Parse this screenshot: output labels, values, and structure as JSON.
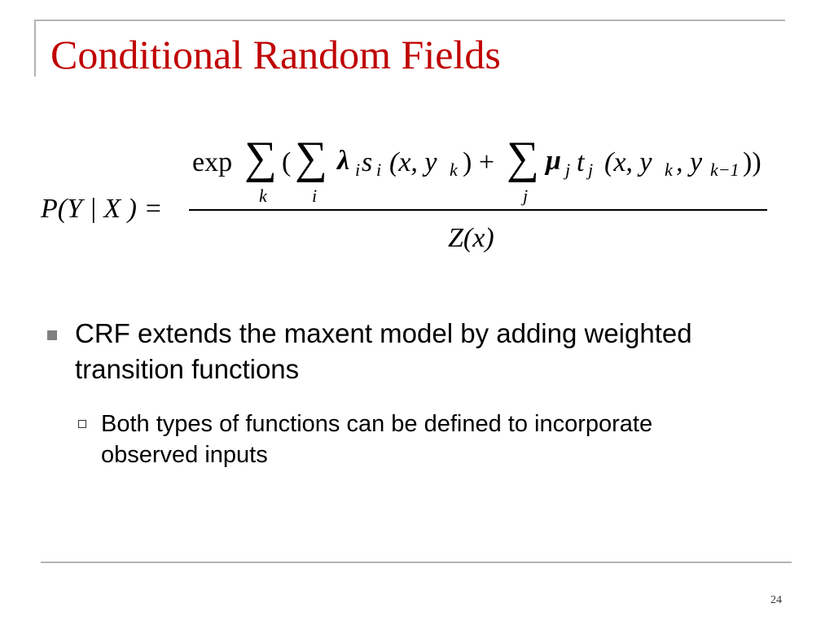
{
  "slide": {
    "title": "Conditional Random Fields",
    "page_number": "24"
  },
  "formula": {
    "lhs": "P(Y | X ) =",
    "exp": "exp",
    "sum_symbol": "∑",
    "open_paren": "(",
    "lambda_term": "λ",
    "lambda_sub": "i",
    "s_term": "s",
    "s_sub": "i",
    "args_1": "(x, y",
    "args_1_sub": "k",
    "args_1_close": ") +",
    "mu_term": "μ",
    "mu_sub": "j",
    "t_term": "t",
    "t_sub": "j",
    "args_2": "(x, y",
    "args_2_sub_k": "k",
    "args_2_mid": ", y",
    "args_2_sub_k1": "k−1",
    "args_2_close": "))",
    "sum_index_k": "k",
    "sum_index_i": "i",
    "sum_index_j": "j",
    "denominator": "Z(x)"
  },
  "bullets": [
    {
      "level": 1,
      "text": "CRF extends the maxent model by adding weighted transition functions"
    },
    {
      "level": 2,
      "text": "Both types of functions can be defined to incorporate observed inputs"
    }
  ]
}
